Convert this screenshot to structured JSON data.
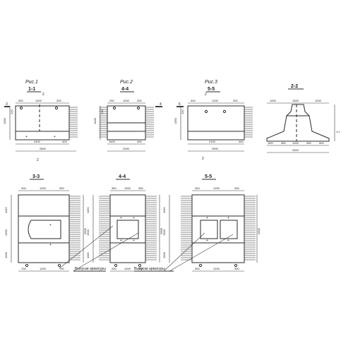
{
  "colors": {
    "ink": "#2a2a2a",
    "paper": "#ffffff"
  },
  "figures": [
    {
      "title": "Рис.1",
      "section": "1-1",
      "dims_top": [
        "300",
        "1200",
        "300"
      ],
      "dims_bottom": [
        "2400",
        "400"
      ],
      "overall": "2800",
      "side_dims": [
        "1350",
        "120"
      ],
      "cut_mark": "2",
      "edge_mark": "3"
    },
    {
      "title": "Рис.2",
      "section": "4-4",
      "dims_top": [
        "250",
        "1000",
        "250"
      ],
      "dims_bottom": [
        "1500",
        "400"
      ],
      "overall": "2000",
      "side_dims": [
        "1000",
        "120"
      ],
      "edge_mark": "4"
    },
    {
      "title": "Рис.3",
      "section": "5-5",
      "dims_top": [
        "300",
        "1200",
        "300"
      ],
      "dims_bottom": [
        "2100",
        "400"
      ],
      "overall": "2500",
      "side_dims": [
        "1350",
        "120"
      ],
      "cut_mark": "2",
      "edge_mark": "5"
    }
  ],
  "section_22": {
    "title": "2-2",
    "dims_top": [
      "1000",
      "1500",
      "1000"
    ],
    "dims_bottom": [
      "600",
      "450",
      "1000",
      "450",
      "500"
    ],
    "overall": "3300",
    "side": "1:1"
  },
  "plans": [
    {
      "title": "3-3",
      "dims_top": [
        "900",
        "1200",
        "300"
      ],
      "dims_bottom": [
        "700",
        "1200",
        "700"
      ],
      "left_dims": [
        "1150",
        "1350",
        "1600"
      ],
      "right_dim": "2600"
    },
    {
      "title": "4-4",
      "dims_top": [
        "350",
        "1000",
        "350"
      ],
      "dims_bottom": [
        "250",
        "1000",
        "250"
      ],
      "left_dims": [
        "1150",
        "1300",
        "1100"
      ],
      "right_dim": "2600"
    },
    {
      "title": "5-5",
      "dims_top": [
        "300",
        "1200",
        "300"
      ],
      "dims_bottom": [
        "300",
        "1200",
        "300"
      ],
      "left_dims": [
        "1150",
        "1300",
        "1600"
      ],
      "right_dim": "2600"
    }
  ],
  "notes": {
    "label_a": "Выпуски арматуры",
    "label_b": "Выпуски арматуры"
  }
}
